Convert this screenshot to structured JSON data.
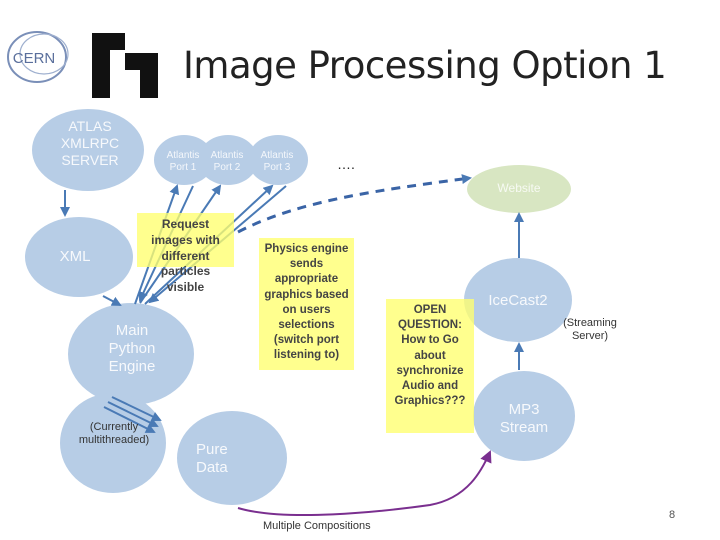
{
  "slide": {
    "title": "Image Processing Option 1",
    "page_number": "8"
  },
  "logos": {
    "cern": "CERN"
  },
  "nodes": {
    "atlas_server": "ATLAS XMLRPC SERVER",
    "xml": "XML",
    "atlantis_1": "Atlantis Port 1",
    "atlantis_2": "Atlantis Port 2",
    "atlantis_3": "Atlantis Port 3",
    "ellipsis": "….",
    "website": "Website",
    "main_engine": "Main Python Engine",
    "currently_mt": "(Currently multithreaded)",
    "pure_data": "Pure Data",
    "icecast": "IceCast2",
    "streaming_server": "(Streaming Server)",
    "mp3_stream": "MP3 Stream"
  },
  "notes": {
    "request_images": "Request images with different particles visible",
    "physics_engine": "Physics engine sends appropriate graphics based on users selections (switch port listening to)",
    "open_question": "OPEN QUESTION: How to Go about synchronize Audio and Graphics???"
  },
  "captions": {
    "multiple_compositions": "Multiple Compositions"
  },
  "colors": {
    "node_blue": "#b7cde6",
    "website_green": "#d8e6c2",
    "note_yellow": "#ffff70",
    "arrow": "#4a7ab5",
    "dashed_arrow": "#3a64a6",
    "curve_purple": "#7a2f8f"
  }
}
